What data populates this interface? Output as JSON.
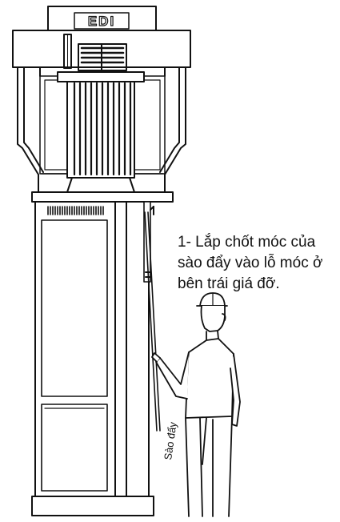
{
  "logo": {
    "text": "EDI"
  },
  "instruction": {
    "lines": [
      "1- Lắp chốt móc của",
      "sào đẩy vào lỗ móc ở",
      "bên trái giá đỡ."
    ]
  },
  "pole_label": "Sào đẩy",
  "colors": {
    "stroke": "#111111",
    "background": "#ffffff"
  }
}
